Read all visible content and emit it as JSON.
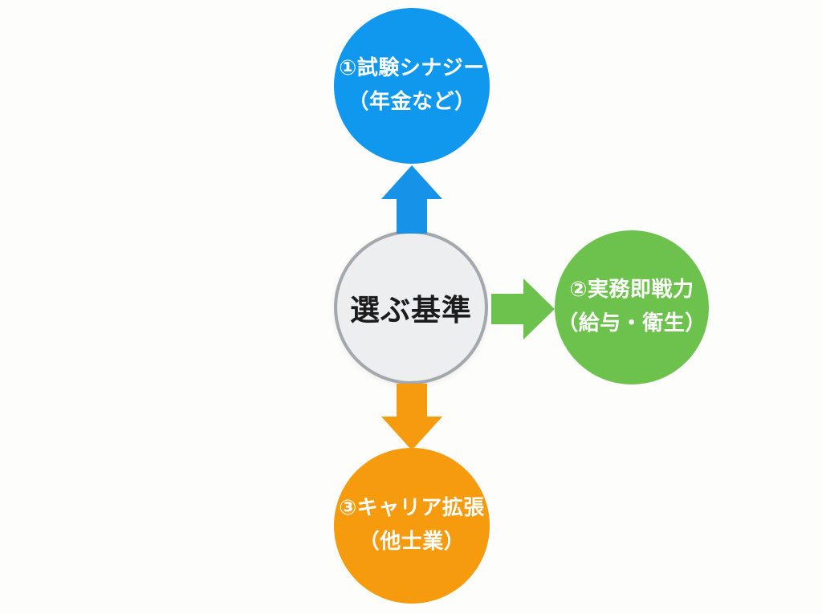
{
  "background": "#fdfdfb",
  "center": {
    "label": "選ぶ基準",
    "fill": "#eceef0",
    "border_color": "#a3a8ac",
    "text_color": "#1c1c1c"
  },
  "nodes": [
    {
      "position": "top",
      "line1": "①試験シナジー",
      "line2": "（年金など）",
      "color": "#0f98ee",
      "text_color": "#ffffff"
    },
    {
      "position": "right",
      "line1": "②実務即戦力",
      "line2": "（給与・衛生）",
      "color": "#6cc24d",
      "text_color": "#ffffff"
    },
    {
      "position": "bottom",
      "line1": "③キャリア拡張",
      "line2": "（他士業）",
      "color": "#f59b0d",
      "text_color": "#ffffff"
    }
  ],
  "arrows": [
    {
      "direction": "up",
      "color": "#1692e9"
    },
    {
      "direction": "right",
      "color": "#6cc24d"
    },
    {
      "direction": "down",
      "color": "#f59b0d"
    }
  ]
}
